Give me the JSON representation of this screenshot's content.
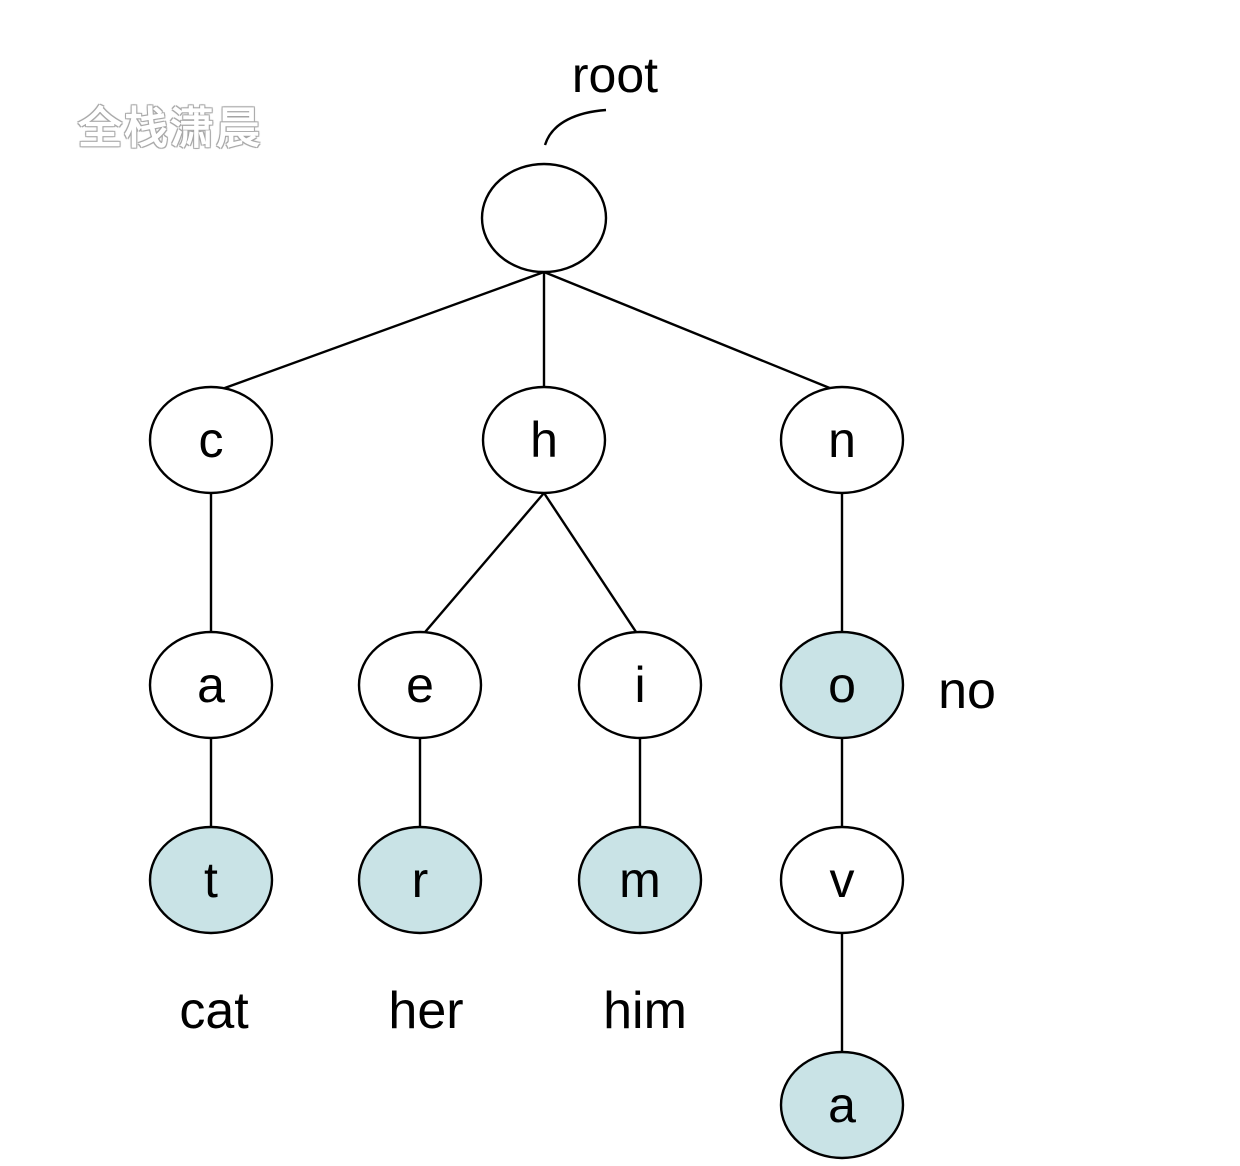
{
  "watermark": {
    "text": "全栈潇晨"
  },
  "colors": {
    "end_node_fill": "#c9e3e6",
    "node_fill": "#ffffff",
    "stroke": "#000000"
  },
  "root_label": "root",
  "nodes": [
    {
      "id": "root",
      "label": "",
      "end": false
    },
    {
      "id": "c",
      "label": "c",
      "end": false
    },
    {
      "id": "h",
      "label": "h",
      "end": false
    },
    {
      "id": "n",
      "label": "n",
      "end": false
    },
    {
      "id": "ca",
      "label": "a",
      "end": false
    },
    {
      "id": "he",
      "label": "e",
      "end": false
    },
    {
      "id": "hi",
      "label": "i",
      "end": false
    },
    {
      "id": "no",
      "label": "o",
      "end": true
    },
    {
      "id": "cat",
      "label": "t",
      "end": true
    },
    {
      "id": "her",
      "label": "r",
      "end": true
    },
    {
      "id": "him",
      "label": "m",
      "end": true
    },
    {
      "id": "nov",
      "label": "v",
      "end": false
    },
    {
      "id": "nova",
      "label": "a",
      "end": true
    }
  ],
  "edges": [
    [
      "root",
      "c"
    ],
    [
      "root",
      "h"
    ],
    [
      "root",
      "n"
    ],
    [
      "c",
      "ca"
    ],
    [
      "ca",
      "cat"
    ],
    [
      "h",
      "he"
    ],
    [
      "he",
      "her"
    ],
    [
      "h",
      "hi"
    ],
    [
      "hi",
      "him"
    ],
    [
      "n",
      "no"
    ],
    [
      "no",
      "nov"
    ],
    [
      "nov",
      "nova"
    ]
  ],
  "words": [
    {
      "id": "word-cat",
      "text": "cat"
    },
    {
      "id": "word-her",
      "text": "her"
    },
    {
      "id": "word-him",
      "text": "him"
    },
    {
      "id": "word-no",
      "text": "no"
    }
  ]
}
